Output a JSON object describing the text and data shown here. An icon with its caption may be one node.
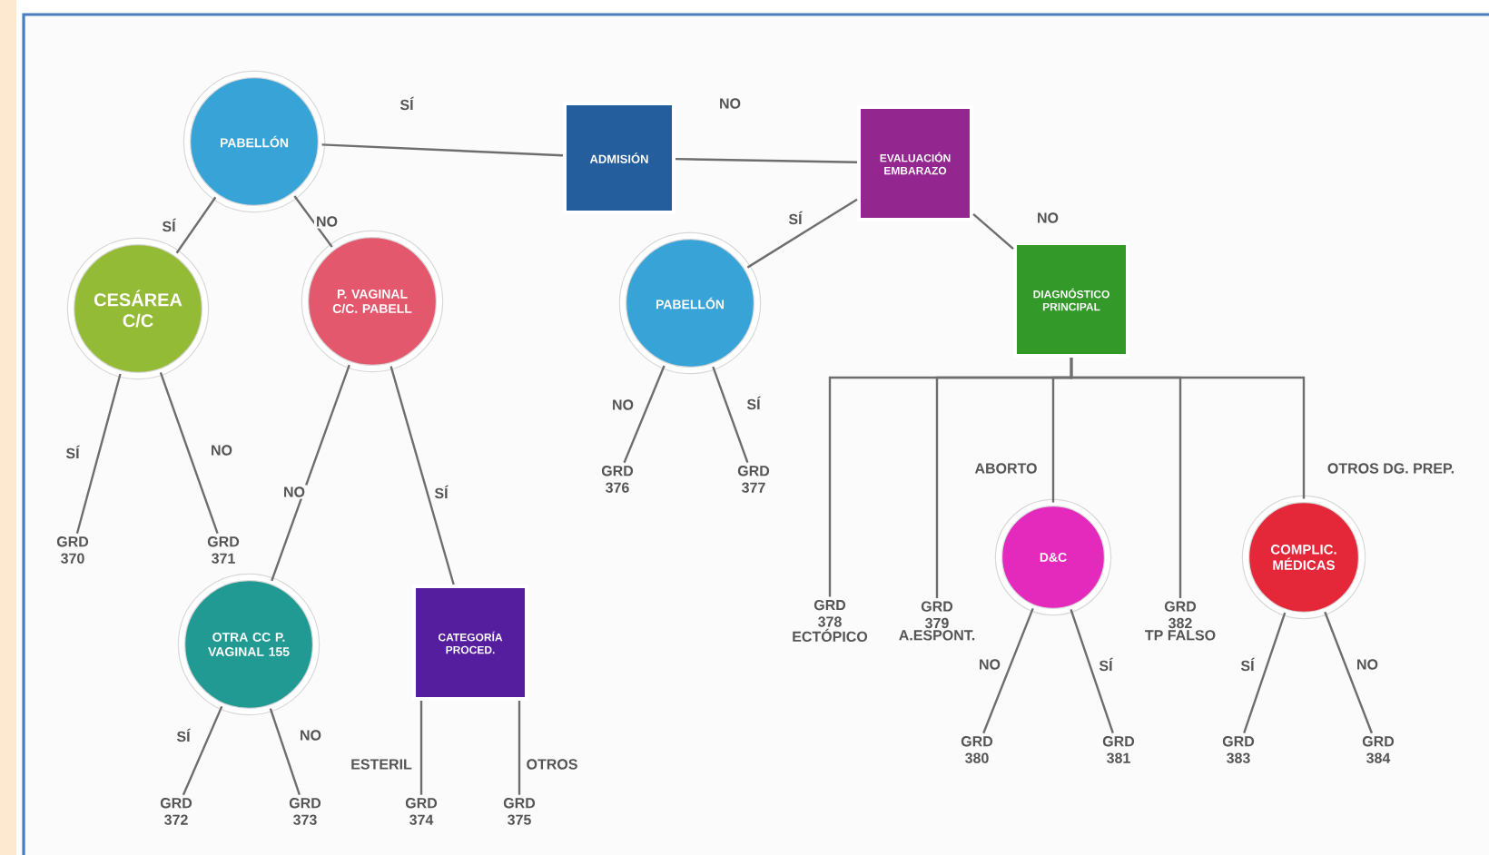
{
  "diagram": {
    "nodes": [
      {
        "text": [
          "ADMISIÓN"
        ]
      },
      {
        "text": [
          "PABELLÓN"
        ]
      },
      {
        "text": [
          "EVALUACIÓN EMBARAZO"
        ]
      },
      {
        "text": [
          "CESÁREA C/C"
        ]
      },
      {
        "text": [
          "P. VAGINAL C/C. PABELL"
        ]
      },
      {
        "text": [
          "PABELLÓN"
        ]
      },
      {
        "text": [
          "DIAGNÓSTICO PRINCIPAL"
        ]
      },
      {
        "text": [
          "GRD 370"
        ]
      },
      {
        "text": [
          "GRD 371"
        ]
      },
      {
        "text": [
          "OTRA CC P. VAGINAL 155"
        ]
      },
      {
        "text": [
          "CATEGORÍA PROCED."
        ]
      },
      {
        "text": [
          "GRD 376"
        ]
      },
      {
        "text": [
          "GRD 377"
        ]
      },
      {
        "text": [
          "GRD 378",
          "ECTÓPICO"
        ]
      },
      {
        "text": [
          "GRD 379",
          "A.ESPONT."
        ]
      },
      {
        "text": [
          "D&C"
        ]
      },
      {
        "text": [
          "GRD 382",
          "TP FALSO"
        ]
      },
      {
        "text": [
          "COMPLIC. MÉDICAS"
        ]
      },
      {
        "text": [
          "GRD 372"
        ]
      },
      {
        "text": [
          "GRD 373"
        ]
      },
      {
        "text": [
          "GRD 374"
        ]
      },
      {
        "text": [
          "GRD 375"
        ]
      },
      {
        "text": [
          "GRD 380"
        ]
      },
      {
        "text": [
          "GRD 381"
        ]
      },
      {
        "text": [
          "GRD 383"
        ]
      },
      {
        "text": [
          "GRD 384"
        ]
      }
    ],
    "edges": [
      {
        "from": 0,
        "to": 1,
        "arrow": "none",
        "label": "SÍ"
      },
      {
        "from": 0,
        "to": 2,
        "arrow": "none",
        "label": "NO"
      },
      {
        "from": 1,
        "to": 3,
        "arrow": "none",
        "label": "SÍ"
      },
      {
        "from": 1,
        "to": 4,
        "arrow": "none",
        "label": "NO"
      },
      {
        "from": 2,
        "to": 5,
        "arrow": "none",
        "label": "SÍ"
      },
      {
        "from": 2,
        "to": 6,
        "arrow": "none",
        "label": "NO"
      },
      {
        "from": 3,
        "to": 7,
        "arrow": "none",
        "label": "SÍ"
      },
      {
        "from": 3,
        "to": 8,
        "arrow": "none",
        "label": "NO"
      },
      {
        "from": 4,
        "to": 9,
        "arrow": "none",
        "label": "NO"
      },
      {
        "from": 4,
        "to": 10,
        "arrow": "none",
        "label": "SÍ"
      },
      {
        "from": 5,
        "to": 11,
        "arrow": "none",
        "label": "NO"
      },
      {
        "from": 5,
        "to": 12,
        "arrow": "none",
        "label": "SÍ"
      },
      {
        "from": 6,
        "to": 13,
        "arrow": "none"
      },
      {
        "from": 6,
        "to": 14,
        "arrow": "none"
      },
      {
        "from": 6,
        "to": 15,
        "arrow": "none",
        "label": "ABORTO"
      },
      {
        "from": 6,
        "to": 16,
        "arrow": "none"
      },
      {
        "from": 6,
        "to": 17,
        "arrow": "none",
        "label": "OTROS DG. PREP."
      },
      {
        "from": 9,
        "to": 18,
        "arrow": "none",
        "label": "SÍ"
      },
      {
        "from": 9,
        "to": 19,
        "arrow": "none",
        "label": "NO"
      },
      {
        "from": 10,
        "to": 20,
        "arrow": "none",
        "label": "ESTERIL"
      },
      {
        "from": 10,
        "to": 21,
        "arrow": "none",
        "label": "OTROS"
      },
      {
        "from": 15,
        "to": 22,
        "arrow": "none",
        "label": "NO"
      },
      {
        "from": 15,
        "to": 23,
        "arrow": "none",
        "label": "SÍ"
      },
      {
        "from": 17,
        "to": 24,
        "arrow": "none",
        "label": "SÍ"
      },
      {
        "from": 17,
        "to": 25,
        "arrow": "none",
        "label": "NO"
      }
    ]
  }
}
